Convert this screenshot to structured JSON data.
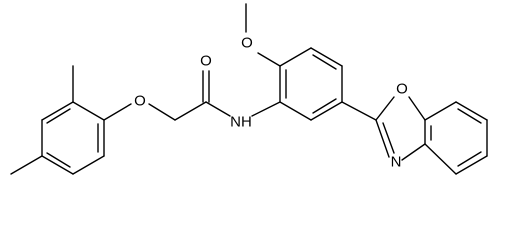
{
  "molecule": {
    "atom_labels": {
      "ether_o": "O",
      "carbonyl_o": "O",
      "amide_n": "NH",
      "methoxy_o": "O",
      "oxazole_o": "O",
      "oxazole_n": "N"
    },
    "colors": {
      "bond": "#000000",
      "label": "#000000",
      "background": "#ffffff"
    }
  }
}
